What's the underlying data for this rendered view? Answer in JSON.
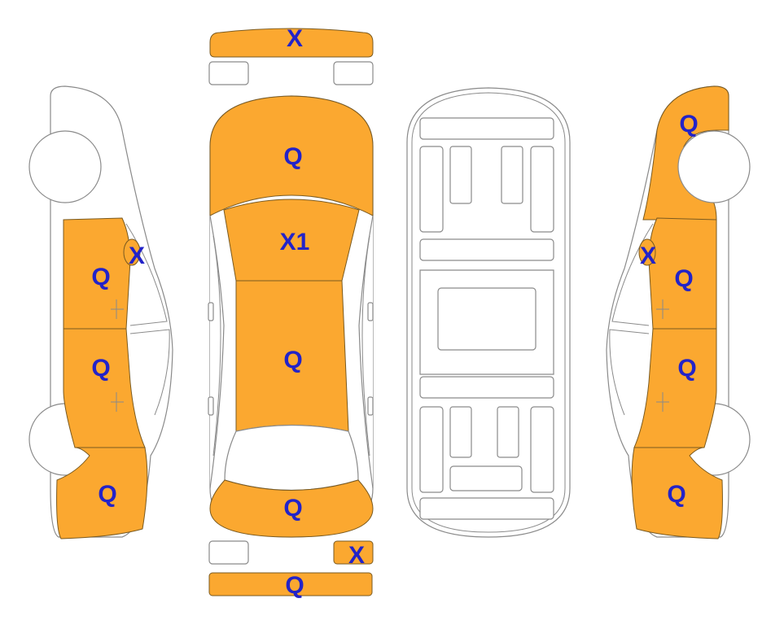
{
  "colors": {
    "damaged_fill": "#FBA830",
    "outline": "#8a8a8a",
    "marker_text": "#2323C8",
    "body_fill": "#ffffff"
  },
  "markers": {
    "front_bumper_strip": "X",
    "hood": "Q",
    "roof_front_windshield": "X1",
    "roof": "Q",
    "trunk": "Q",
    "rear_right_small": "X",
    "rear_bumper_strip": "Q",
    "left_mirror": "X",
    "left_front_door": "Q",
    "left_rear_door": "Q",
    "left_rear_fender": "Q",
    "right_front_fender": "Q",
    "right_mirror": "X",
    "right_front_door": "Q",
    "right_rear_door": "Q",
    "right_rear_fender": "Q"
  }
}
